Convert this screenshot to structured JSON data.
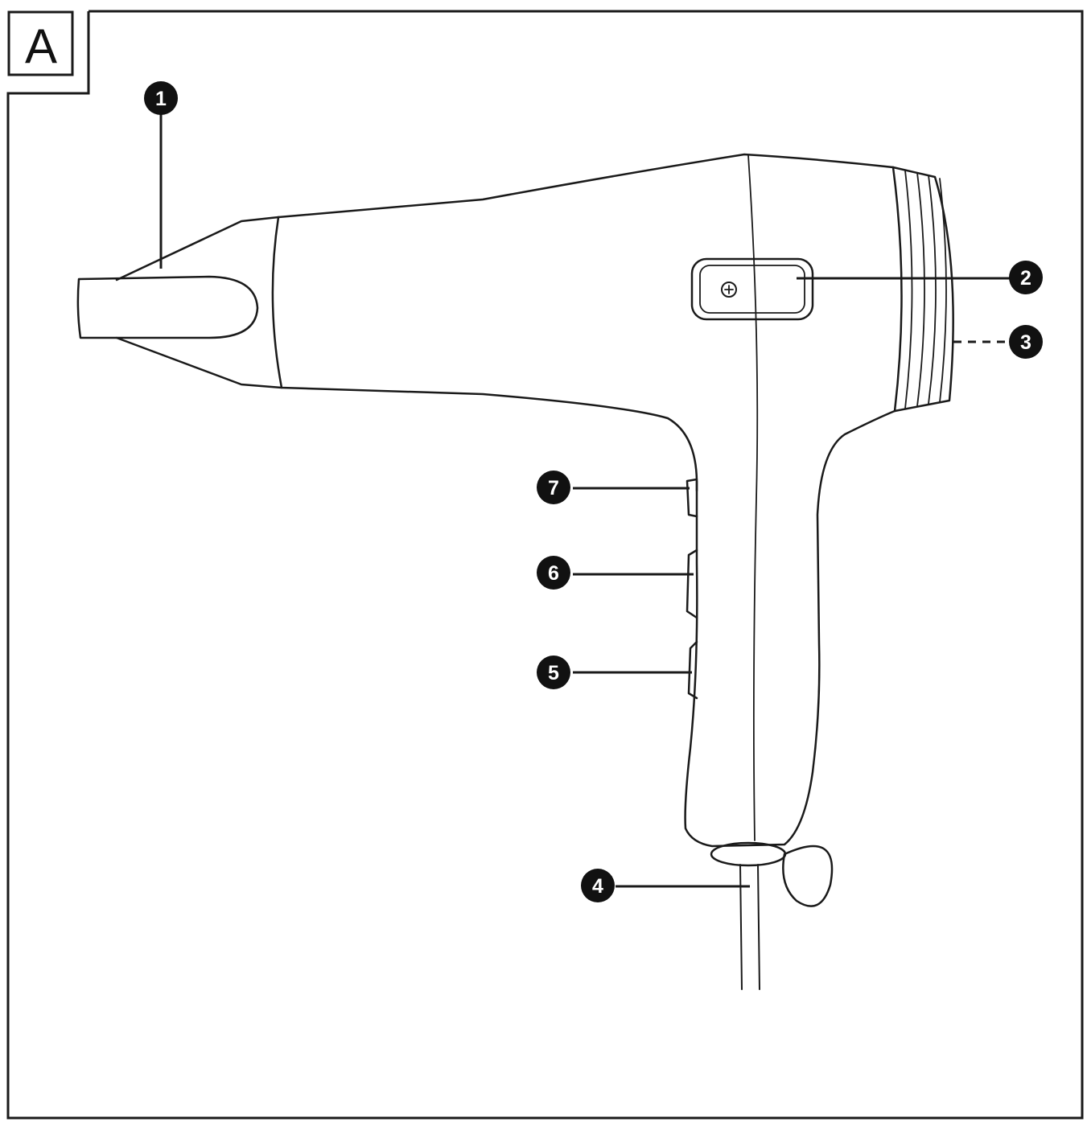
{
  "figure": {
    "panel_label": "A"
  },
  "callouts": [
    {
      "number": "1",
      "target": "nozzle"
    },
    {
      "number": "2",
      "target": "cool-shot-button"
    },
    {
      "number": "3",
      "target": "air-intake-grille"
    },
    {
      "number": "4",
      "target": "power-cord"
    },
    {
      "number": "5",
      "target": "temperature-switch"
    },
    {
      "number": "6",
      "target": "speed-switch"
    },
    {
      "number": "7",
      "target": "slider-switch"
    }
  ],
  "colors": {
    "outline": "#1a1a1a",
    "callout_fill": "#111111",
    "callout_text": "#ffffff",
    "background": "#ffffff"
  }
}
